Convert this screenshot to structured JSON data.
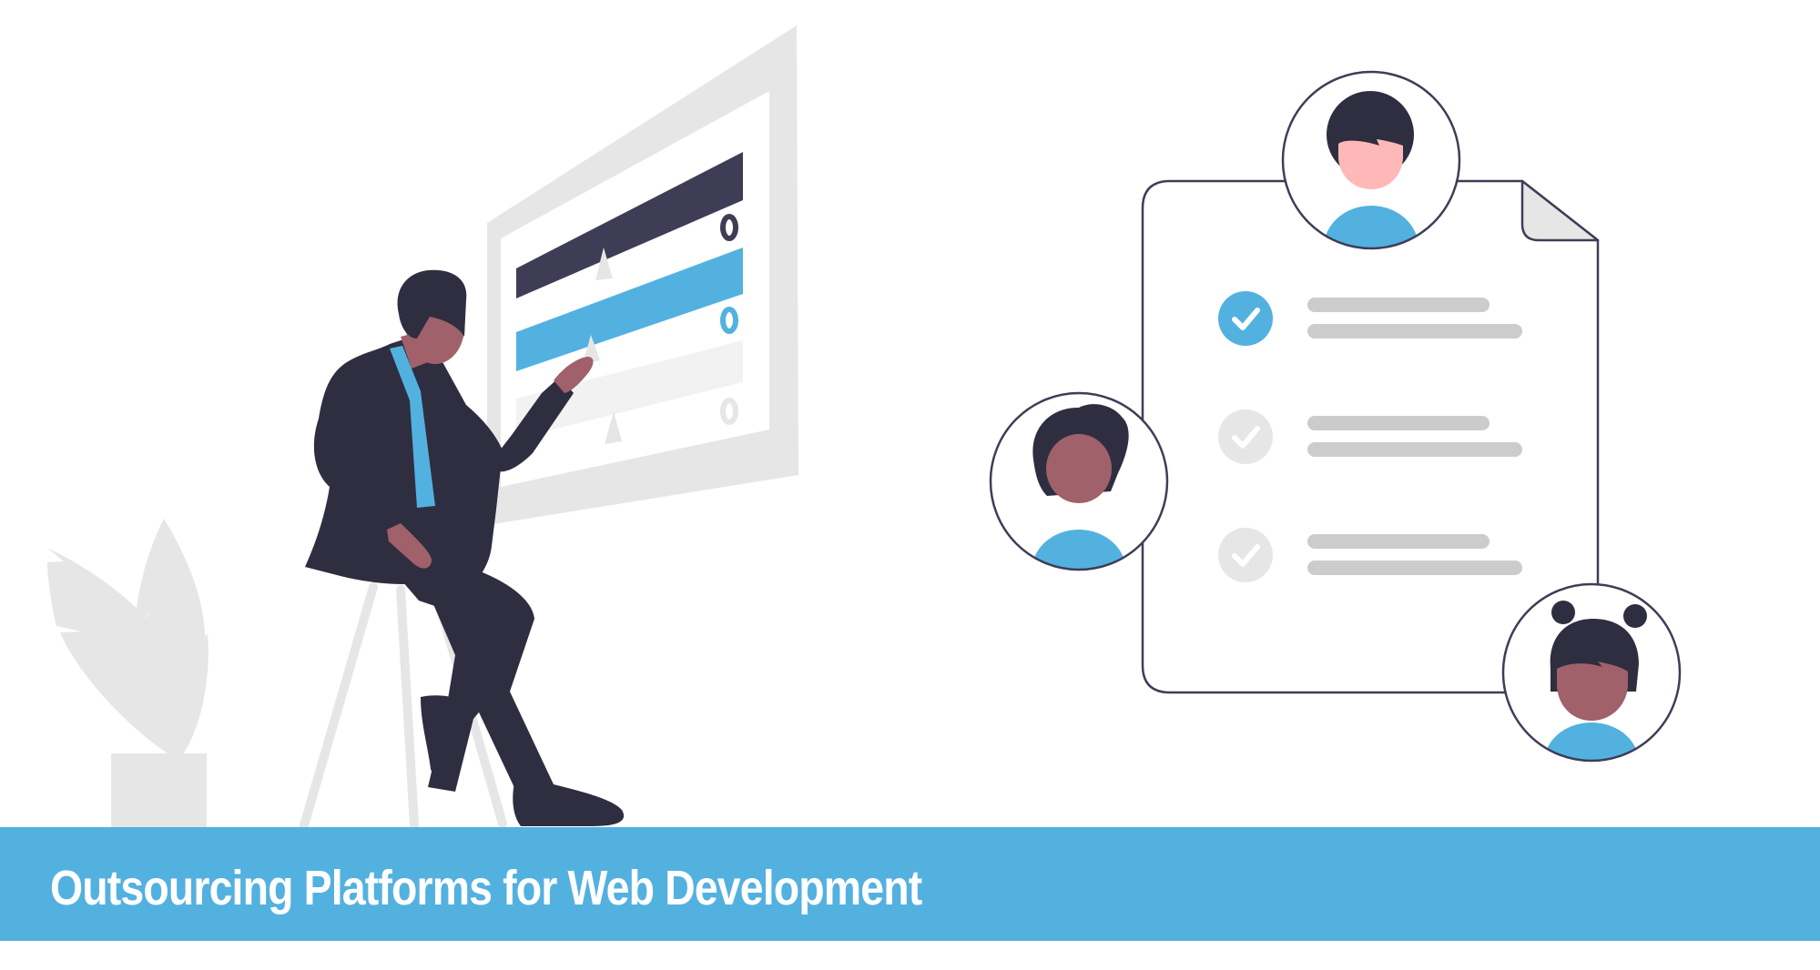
{
  "banner": {
    "title": "Outsourcing Platforms for Web Development",
    "background_color": "#53b1e0",
    "text_color": "#ffffff"
  },
  "illustration": {
    "presenter": {
      "description": "person in dark suit with blue tie sitting on a stool, pointing at a presentation board",
      "suit_color": "#2f2e41",
      "tie_color": "#53b1e0",
      "skin_color": "#a0616a"
    },
    "presentation_board": {
      "rows": [
        {
          "bar_color": "#3f3d56",
          "marker_color": "#3f3d56",
          "state": "active"
        },
        {
          "bar_color": "#53b1e0",
          "marker_color": "#53b1e0",
          "state": "selected"
        },
        {
          "bar_color": "#f2f2f2",
          "marker_color": "#e6e6e6",
          "state": "inactive"
        }
      ],
      "frame_color": "#e6e6e6"
    },
    "plant": {
      "color": "#e6e6e6"
    },
    "stool": {
      "color": "#e6e6e6"
    },
    "checklist_document": {
      "items": [
        {
          "checked": true,
          "check_color": "#53b1e0"
        },
        {
          "checked": false,
          "check_color": "#e6e6e6"
        },
        {
          "checked": false,
          "check_color": "#e6e6e6"
        }
      ],
      "line_color": "#cccccc",
      "border_color": "#3f3d56"
    },
    "avatars": [
      {
        "position": "top",
        "hair": "short",
        "skin_color": "#ffb8b8",
        "shirt_color": "#53b1e0"
      },
      {
        "position": "left",
        "hair": "wavy",
        "skin_color": "#a0616a",
        "shirt_color": "#53b1e0"
      },
      {
        "position": "bottom-right",
        "hair": "buns",
        "skin_color": "#a0616a",
        "shirt_color": "#53b1e0"
      }
    ]
  }
}
